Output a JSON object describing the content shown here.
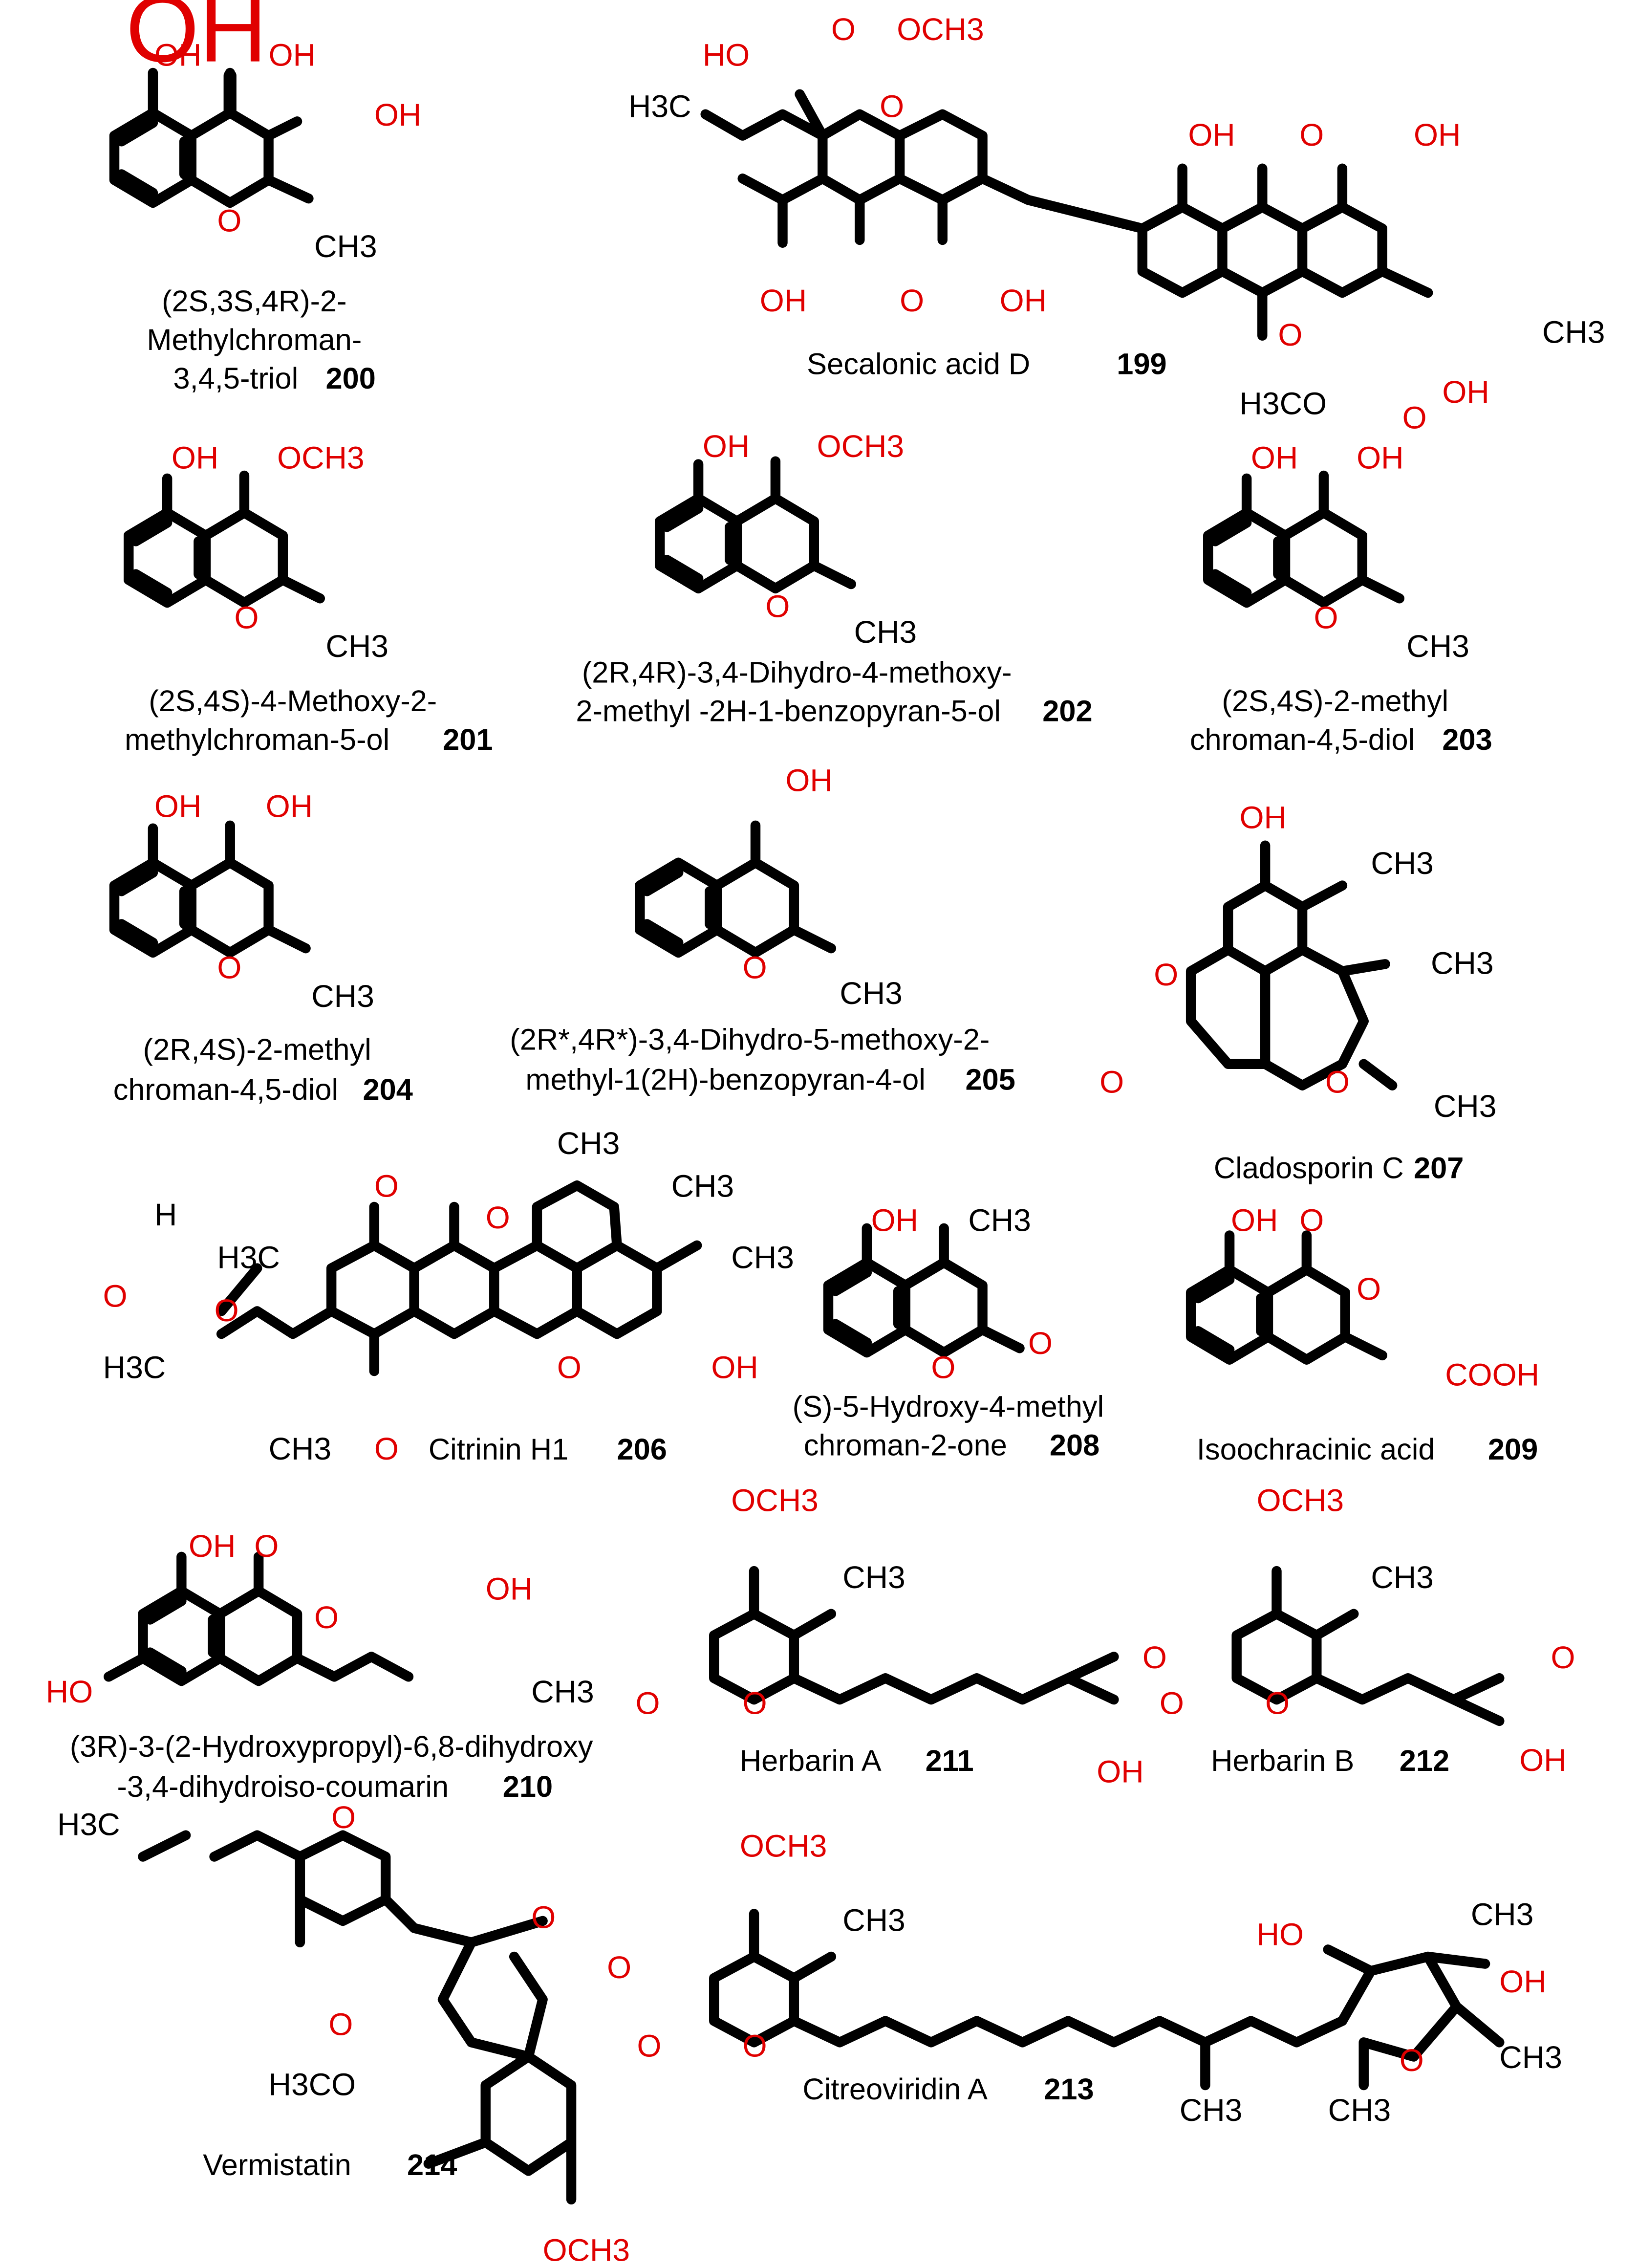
{
  "atoms": {
    "oh": "OH",
    "ho": "HO",
    "o": "O",
    "och3": "OCH3",
    "ch3": "CH3",
    "h3c": "H3C",
    "h3co": "H3CO",
    "h": "H",
    "cooh": "COOH"
  },
  "compounds": {
    "c200": {
      "name_lines": [
        "(2S,3S,4R)-2-",
        "Methylchroman-",
        "3,4,5-triol"
      ],
      "id": "200"
    },
    "c199": {
      "name": "Secalonic acid D",
      "id": "199"
    },
    "c201": {
      "name_lines": [
        "(2S,4S)-4-Methoxy-2-",
        "methylchroman-5-ol"
      ],
      "id": "201"
    },
    "c202": {
      "name_lines": [
        "(2R,4R)-3,4-Dihydro-4-methoxy-",
        "2-methyl -2H-1-benzopyran-5-ol"
      ],
      "id": "202"
    },
    "c203": {
      "name_lines": [
        "(2S,4S)-2-methyl",
        "chroman-4,5-diol"
      ],
      "id": "203"
    },
    "c204": {
      "name_lines": [
        "(2R,4S)-2-methyl",
        "chroman-4,5-diol"
      ],
      "id": "204"
    },
    "c205": {
      "name_lines": [
        "(2R*,4R*)-3,4-Dihydro-5-methoxy-2-",
        "methyl-1(2H)-benzopyran-4-ol"
      ],
      "id": "205"
    },
    "c207": {
      "name": "Cladosporin C",
      "id": "207"
    },
    "c206": {
      "name": "Citrinin H1",
      "id": "206"
    },
    "c208": {
      "name_lines": [
        "(S)-5-Hydroxy-4-methyl",
        "chroman-2-one"
      ],
      "id": "208"
    },
    "c209": {
      "name": "Isoochracinic acid",
      "id": "209"
    },
    "c210": {
      "name_lines": [
        "(3R)-3-(2-Hydroxypropyl)-6,8-dihydroxy",
        "-3,4-dihydroiso-coumarin"
      ],
      "id": "210"
    },
    "c211": {
      "name": "Herbarin A",
      "id": "211"
    },
    "c212": {
      "name": "Herbarin B",
      "id": "212"
    },
    "c214": {
      "name": "Vermistatin",
      "id": "214"
    },
    "c213": {
      "name": "Citreoviridin A",
      "id": "213"
    }
  },
  "colors": {
    "heteroatom": "#e00000",
    "carbon": "#000000"
  }
}
